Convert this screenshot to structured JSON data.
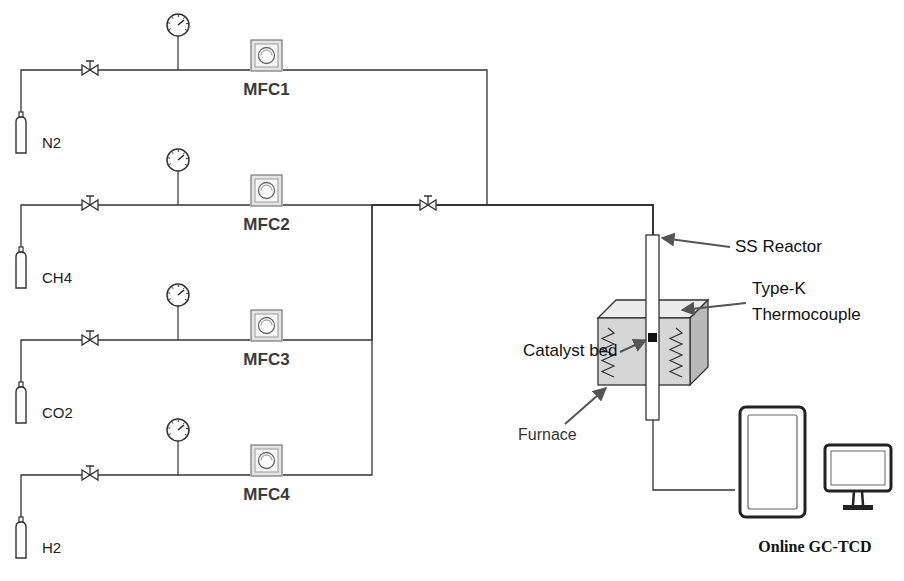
{
  "diagram": {
    "nodes": [
      {
        "text": [
          "N2"
        ]
      },
      {
        "text": [
          "CH4"
        ]
      },
      {
        "text": [
          "CO2"
        ]
      },
      {
        "text": [
          "H2"
        ]
      },
      {
        "text": [
          "MFC1"
        ]
      },
      {
        "text": [
          "MFC2"
        ]
      },
      {
        "text": [
          "MFC3"
        ]
      },
      {
        "text": [
          "MFC4"
        ]
      },
      {
        "text": [
          "Furnace"
        ]
      },
      {
        "text": [
          "Online GC-TCD"
        ]
      }
    ],
    "edges": [
      {
        "from": 0,
        "to": 4,
        "arrow": "none"
      },
      {
        "from": 1,
        "to": 5,
        "arrow": "none"
      },
      {
        "from": 2,
        "to": 6,
        "arrow": "none"
      },
      {
        "from": 3,
        "to": 7,
        "arrow": "none"
      },
      {
        "from": 4,
        "to": 8,
        "arrow": "none"
      },
      {
        "from": 5,
        "to": 8,
        "arrow": "none"
      },
      {
        "from": 6,
        "to": 8,
        "arrow": "none"
      },
      {
        "from": 7,
        "to": 8,
        "arrow": "none"
      },
      {
        "from": 8,
        "to": 9,
        "arrow": "none"
      }
    ],
    "labels": [
      "SS Reactor",
      "Catalyst bed",
      "Type-K Thermocouple"
    ]
  }
}
